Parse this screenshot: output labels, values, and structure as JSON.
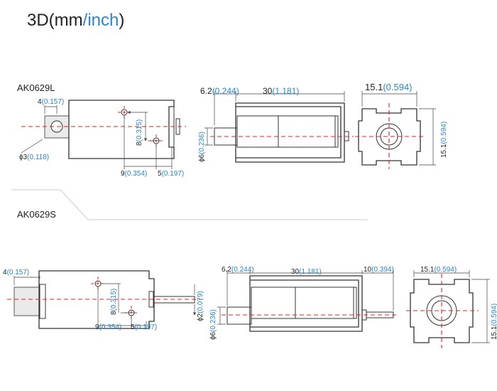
{
  "header": {
    "title_prefix": "3D(mm",
    "title_slash": "/",
    "title_inch": "inch",
    "title_suffix": ")"
  },
  "colors": {
    "accent": "#2a86c4",
    "centerline": "#e02020",
    "line": "#333333"
  },
  "models": {
    "l": {
      "name": "AK0629L",
      "dims": {
        "left_offset": {
          "mm": "4",
          "inch": "(0.157)"
        },
        "bore": {
          "mm": "ϕ3",
          "inch": "(0.118)"
        },
        "hole_v": {
          "mm": "8",
          "inch": "(0.315)"
        },
        "hole_h1": {
          "mm": "9",
          "inch": "(0.354)"
        },
        "hole_h2": {
          "mm": "5",
          "inch": "(0.197)"
        },
        "shaft": {
          "mm": "ϕ6",
          "inch": "(0.236)"
        },
        "plunger_ext": {
          "mm": "6.2",
          "inch": "(0.244)"
        },
        "body_len": {
          "mm": "30",
          "inch": "(1.181)"
        },
        "face_w": {
          "mm": "15.1",
          "inch": "(0.594)"
        },
        "face_h": {
          "mm": "15.1",
          "inch": "(0.594)"
        }
      }
    },
    "s": {
      "name": "AK0629S",
      "dims": {
        "left_offset": {
          "mm": "4",
          "inch": "(0.157)"
        },
        "hole_v": {
          "mm": "8",
          "inch": "(0.315)"
        },
        "hole_h1": {
          "mm": "9",
          "inch": "(0.354)"
        },
        "hole_h2": {
          "mm": "5",
          "inch": "(0.197)"
        },
        "pin": {
          "mm": "ϕ2",
          "inch": "(0.079)"
        },
        "shaft": {
          "mm": "ϕ6",
          "inch": "(0.236)"
        },
        "plunger_ext": {
          "mm": "6.2",
          "inch": "(0.244)"
        },
        "body_len": {
          "mm": "30",
          "inch": "(1.181)"
        },
        "pin_len": {
          "mm": "10",
          "inch": "(0.394)"
        },
        "face_w": {
          "mm": "15.1",
          "inch": "(0.594)"
        },
        "face_h": {
          "mm": "15.1",
          "inch": "(0.594)"
        }
      }
    }
  }
}
